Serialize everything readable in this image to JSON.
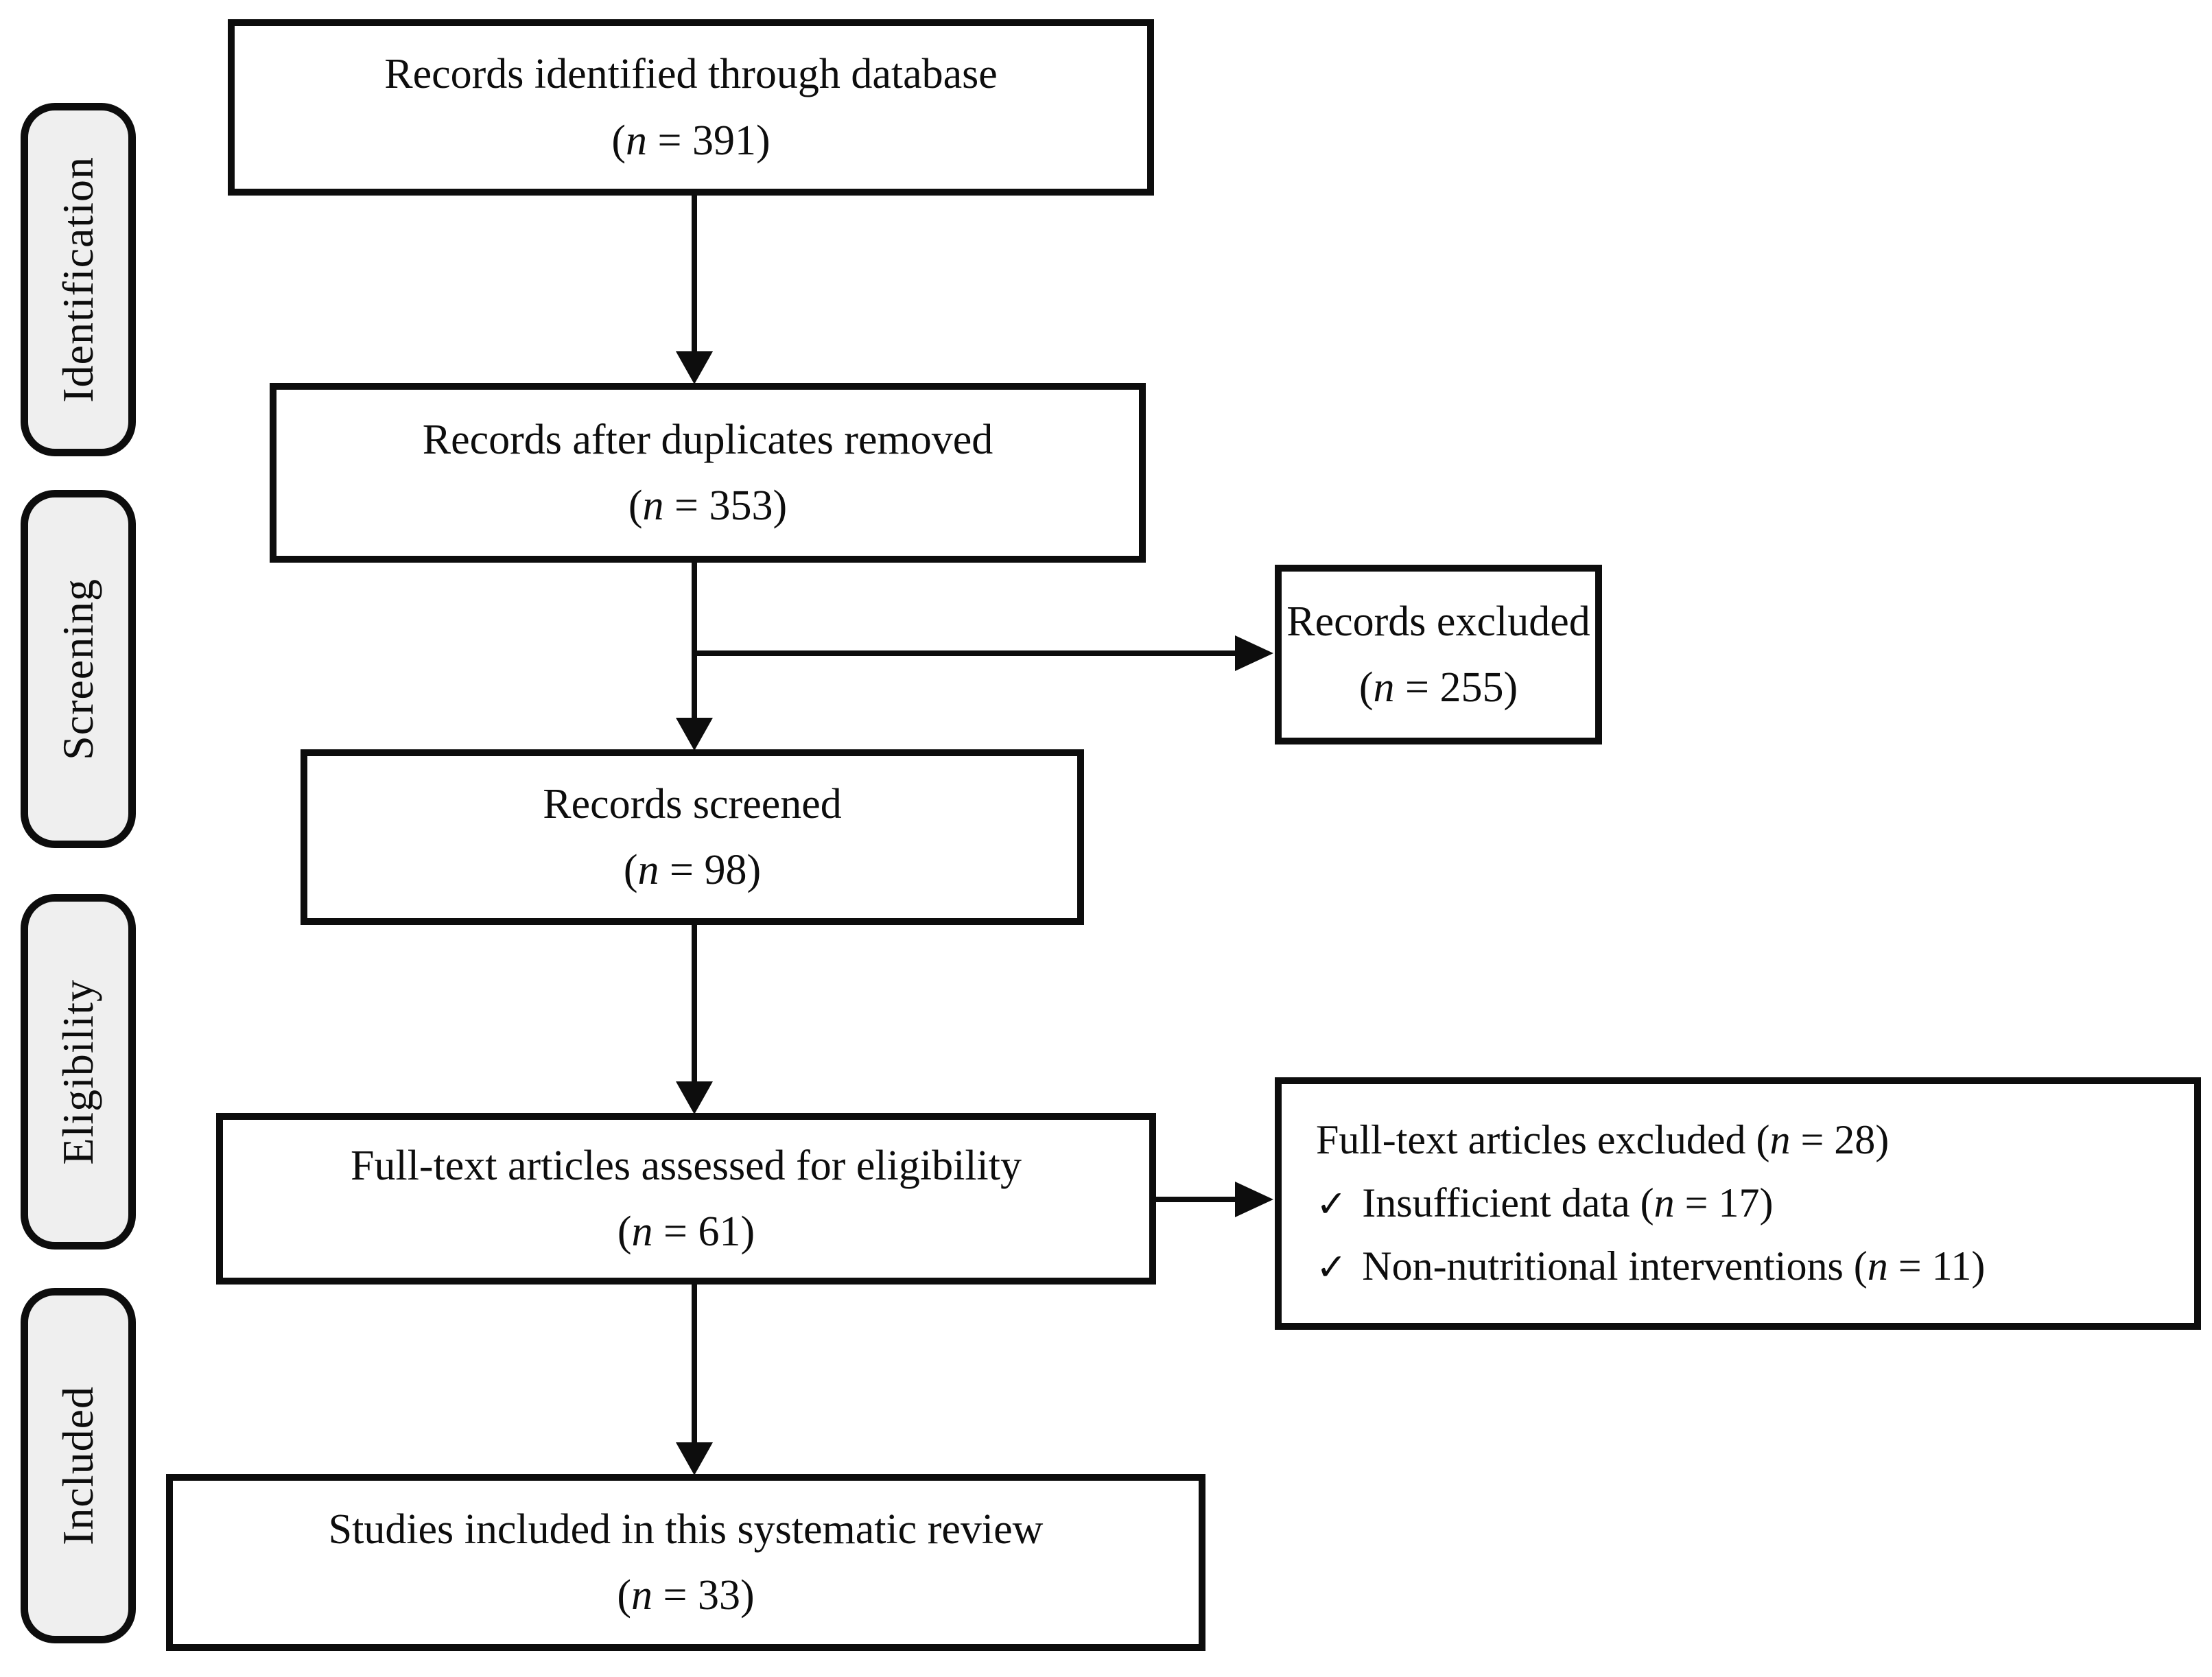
{
  "figure": {
    "stage_labels": [
      {
        "id": "identification",
        "label": "Identification"
      },
      {
        "id": "screening",
        "label": "Screening"
      },
      {
        "id": "eligibility",
        "label": "Eligibility"
      },
      {
        "id": "included",
        "label": "Included"
      }
    ],
    "boxes": {
      "identified": {
        "label": "Records identified through database",
        "count": "(n = 391)"
      },
      "deduplicated": {
        "label": "Records after duplicates removed",
        "count": "(n = 353)"
      },
      "records_excluded": {
        "label": "Records excluded",
        "count": "(n = 255)"
      },
      "screened": {
        "label": "Records screened",
        "count": "(n = 98)"
      },
      "fulltext_assessed": {
        "label": "Full-text articles assessed for eligibility",
        "count": "(n = 61)"
      },
      "fulltext_excluded": {
        "heading": "Full-text articles excluded (n = 28)",
        "reasons": [
          {
            "bullet": "✓",
            "text": "Insufficient data (n = 17)"
          },
          {
            "bullet": "✓",
            "text": "Non-nutritional interventions (n = 11)"
          }
        ]
      },
      "included_studies": {
        "label": "Studies included in this systematic review",
        "count": "(n = 33)"
      }
    },
    "colors": {
      "line": "#0d0d0d",
      "stage_fill": "#efefef",
      "box_fill": "#ffffff",
      "text": "#0d0d0d",
      "background": "#ffffff"
    }
  }
}
